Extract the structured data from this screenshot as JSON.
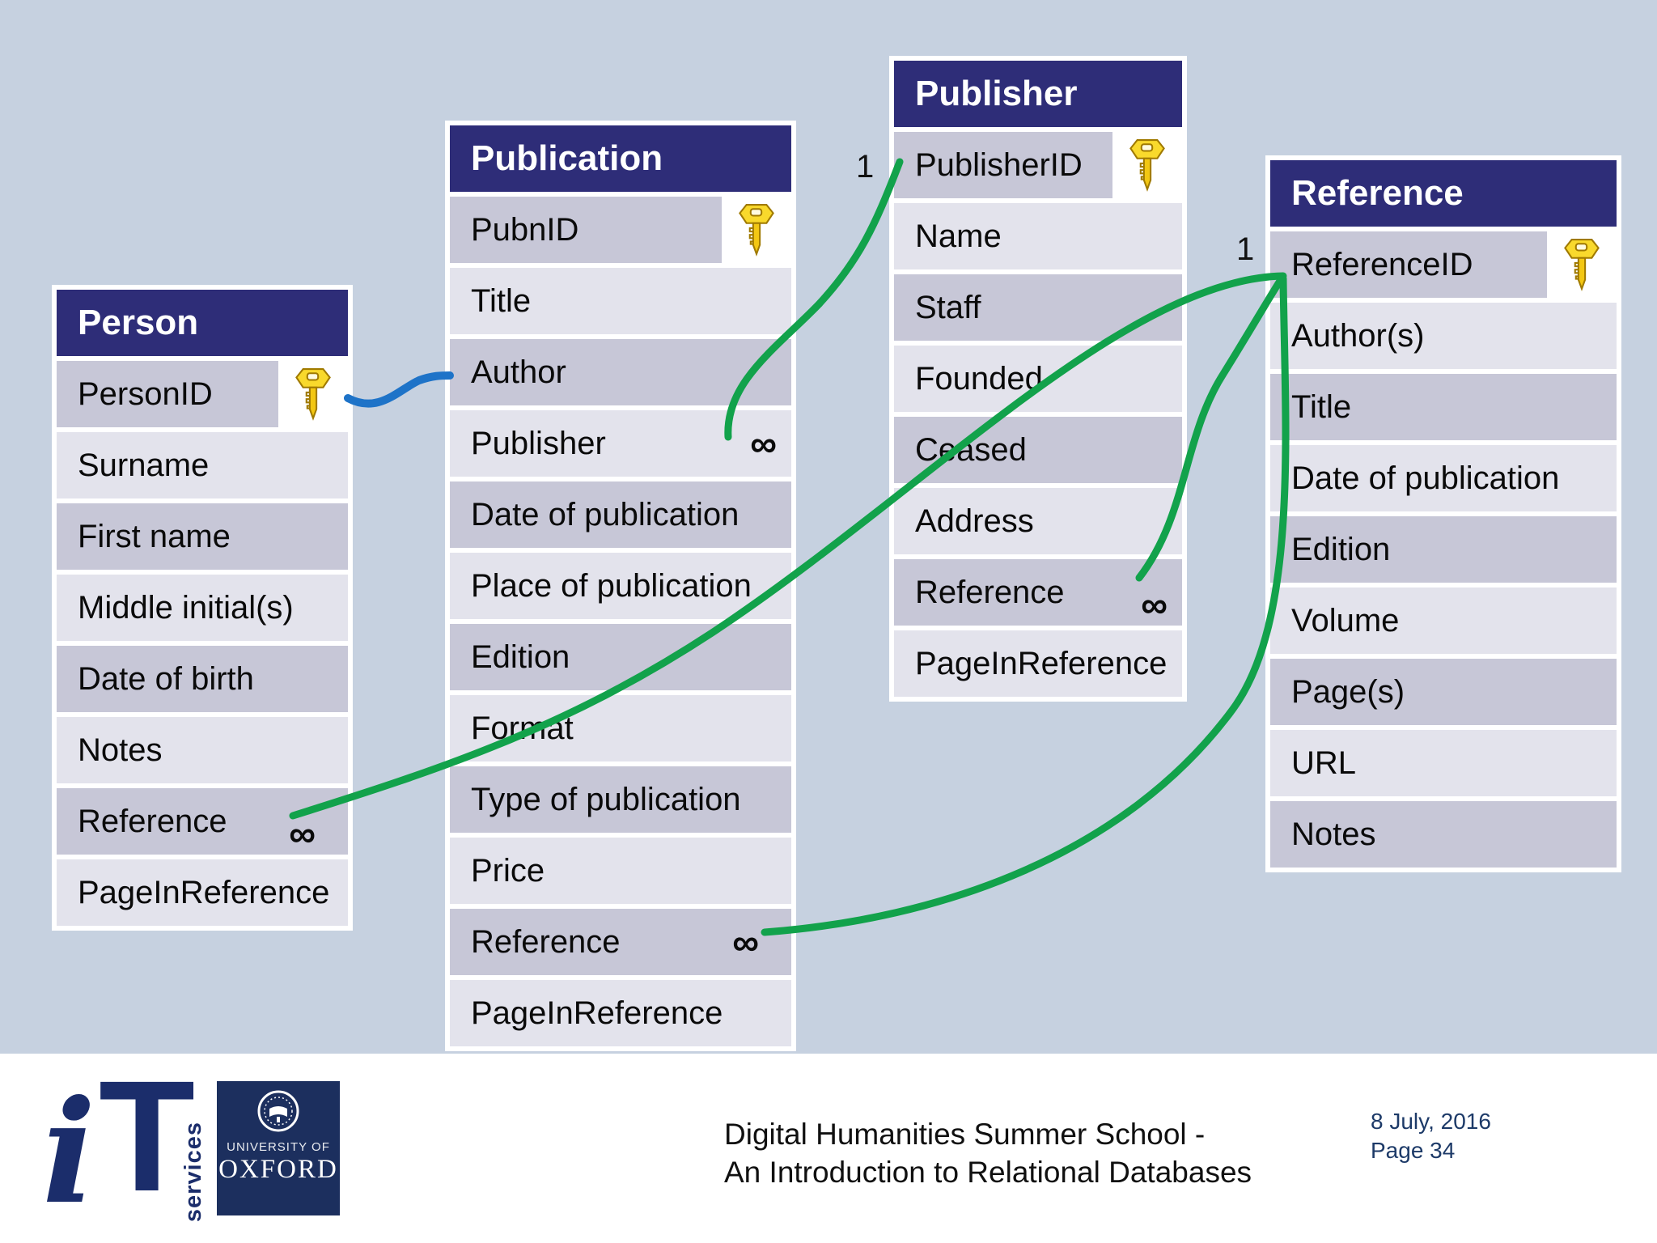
{
  "colors": {
    "background": "#c6d1e0",
    "header_navy": "#2e2d78",
    "row_dark": "#c7c7d7",
    "row_light": "#e3e3ec",
    "relation_green": "#12a24b",
    "relation_blue": "#1e73c8",
    "footer_date_navy": "#1d3a68",
    "logo_navy": "#1b2d6b"
  },
  "symbols": {
    "infinity": "∞",
    "one": "1"
  },
  "tables": {
    "person": {
      "title": "Person",
      "rows": [
        {
          "label": "PersonID"
        },
        {
          "label": "Surname"
        },
        {
          "label": "First name"
        },
        {
          "label": "Middle initial(s)"
        },
        {
          "label": "Date of birth"
        },
        {
          "label": "Notes"
        },
        {
          "label": "Reference"
        },
        {
          "label": "PageInReference"
        }
      ]
    },
    "publication": {
      "title": "Publication",
      "rows": [
        {
          "label": "PubnID"
        },
        {
          "label": "Title"
        },
        {
          "label": "Author"
        },
        {
          "label": "Publisher"
        },
        {
          "label": "Date of publication"
        },
        {
          "label": "Place of publication"
        },
        {
          "label": "Edition"
        },
        {
          "label": "Format"
        },
        {
          "label": "Type of publication"
        },
        {
          "label": "Price"
        },
        {
          "label": "Reference"
        },
        {
          "label": "PageInReference"
        }
      ]
    },
    "publisher": {
      "title": "Publisher",
      "rows": [
        {
          "label": "PublisherID"
        },
        {
          "label": "Name"
        },
        {
          "label": "Staff"
        },
        {
          "label": "Founded"
        },
        {
          "label": "Ceased"
        },
        {
          "label": "Address"
        },
        {
          "label": "Reference"
        },
        {
          "label": "PageInReference"
        }
      ]
    },
    "reference": {
      "title": "Reference",
      "rows": [
        {
          "label": "ReferenceID"
        },
        {
          "label": "Author(s)"
        },
        {
          "label": "Title"
        },
        {
          "label": "Date of publication"
        },
        {
          "label": "Edition"
        },
        {
          "label": "Volume"
        },
        {
          "label": "Page(s)"
        },
        {
          "label": "URL"
        },
        {
          "label": "Notes"
        }
      ]
    }
  },
  "footer": {
    "title_line1": "Digital Humanities Summer School -",
    "title_line2": "An Introduction to Relational Databases",
    "date": "8 July, 2016",
    "page": "Page 34",
    "it_logo": {
      "i": "i",
      "t": "T",
      "services": "services"
    },
    "oxford_logo": {
      "line1": "UNIVERSITY OF",
      "line2": "OXFORD"
    }
  }
}
